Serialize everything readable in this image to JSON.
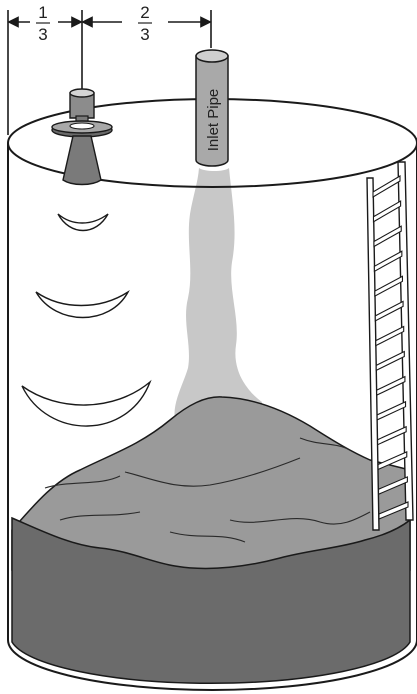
{
  "dimension": {
    "left_fraction": {
      "numerator": "1",
      "denominator": "3"
    },
    "right_fraction": {
      "numerator": "2",
      "denominator": "3"
    }
  },
  "inlet_pipe": {
    "label": "Inlet Pipe"
  },
  "colors": {
    "outline": "#1a1a1a",
    "material_top": "#9a9a9a",
    "material_side": "#6b6b6b",
    "dust_stream": "#c8c8c8",
    "tank_fill": "#ffffff"
  },
  "icons": {
    "radar_sensor": "radar-level-sensor-icon",
    "inlet_pipe": "inlet-pipe-icon",
    "ladder": "ladder-icon"
  }
}
